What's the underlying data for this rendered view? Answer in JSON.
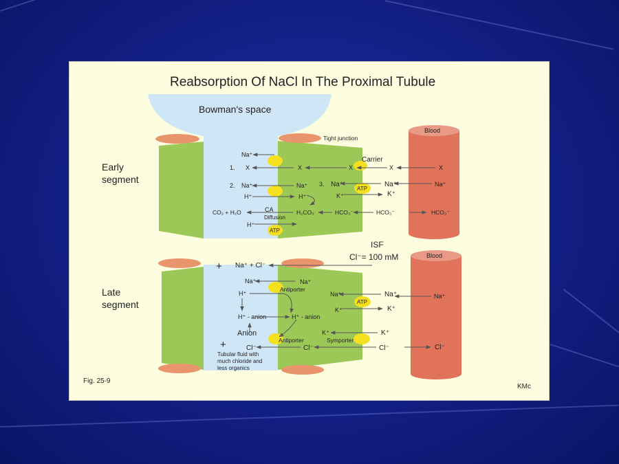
{
  "title": "Reabsorption  Of NaCl In The Proximal Tubule",
  "bowman": "Bowman's space",
  "tight_junction": "Tight junction",
  "blood": "Blood",
  "isf": "ISF",
  "cl_conc": "Cl⁻= 100 mM",
  "early_segment_line1": "Early",
  "early_segment_line2": "segment",
  "late_segment_line1": "Late",
  "late_segment_line2": "segment",
  "fig_label": "Fig. 25-9",
  "author": "KMc",
  "early": {
    "na_lumen": "Na⁺",
    "row1_num": "1.",
    "row1_x_lumen": "X",
    "row1_x_cell": "X",
    "row1_x_carrier": "X",
    "carrier": "Carrier",
    "row1_x_isf": "X",
    "row1_x_blood": "X",
    "row2_num": "2.",
    "row2_na_lumen": "Na⁺",
    "row2_na_cell": "Na⁺",
    "h_lumen": "H⁺",
    "h_cell": "H⁺",
    "row3_num": "3.",
    "row3_na_cell": "Na⁺",
    "atp_cell": "ATP",
    "row3_na_isf": "Na⁺",
    "row3_na_blood": "Na⁺",
    "k_cell": "K⁺",
    "k_isf": "K⁺",
    "co2h2o": "CO₂ + H₂O",
    "ca": "CA",
    "diffusion": "Diffusion",
    "h2co3": "H₂CO₃",
    "hco3_cell": "HCO₃⁻",
    "hco3_isf": "HCO₃⁻",
    "hco3_blood": "HCO₃⁻",
    "h_atp": "H⁺",
    "atp_lumen": "ATP"
  },
  "late": {
    "plus_top": "+",
    "nacl_lumen": "Na⁺ + Cl⁻",
    "na_lumen": "Na⁺",
    "na_cell": "Na⁺",
    "antiporter_top": "Antiporter",
    "h_lumen": "H⁺",
    "h_anion_lumen": "H⁺ - anion",
    "h_anion_cell": "H⁺ - anion",
    "anion": "Anion",
    "plus_bottom": "+",
    "cl_lumen": "Cl⁻",
    "antiporter_bottom": "Antiporter",
    "cl_cell": "Cl⁻",
    "na_cell_right": "Na⁺",
    "atp": "ATP",
    "na_isf": "Na⁺",
    "na_blood": "Na⁺",
    "k_cell": "K⁺",
    "k_isf": "K⁺",
    "k_cell2": "K⁺",
    "symporter": "Symporter",
    "k_isf2": "K⁺",
    "cl_isf": "Cl⁻",
    "cl_blood": "Cl⁻",
    "tubular_1": "Tubular fluid with",
    "tubular_2": "much chloride and",
    "tubular_3": "less organics"
  },
  "colors": {
    "background": "#14228a",
    "panel": "#fdfde0",
    "lumen": "#cfe6f7",
    "cell": "#9cc857",
    "blood": "#e0735a",
    "junction": "#e8956e",
    "transporter": "#f5e020"
  }
}
